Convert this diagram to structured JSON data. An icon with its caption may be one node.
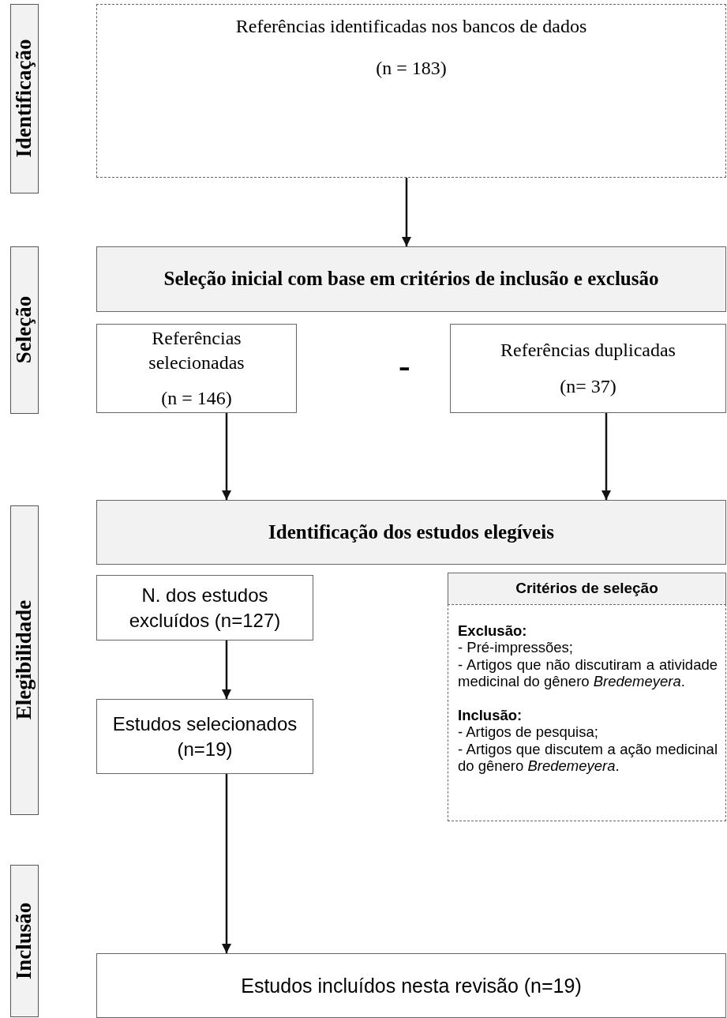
{
  "diagram": {
    "nodes": [
      {
        "text": [
          "Identificação"
        ]
      },
      {
        "text": [
          "Seleção"
        ]
      },
      {
        "text": [
          "Elegibilidade"
        ]
      },
      {
        "text": [
          "Inclusão"
        ]
      },
      {
        "text": [
          "Referências identificadas nos bancos de dados",
          "(n = 183)"
        ]
      },
      {
        "text": [
          "Seleção inicial com base em critérios de inclusão e exclusão"
        ]
      },
      {
        "text": [
          "Referências selecionadas",
          "(n = 146)"
        ]
      },
      {
        "text": [
          "Referências duplicadas",
          "(n= 37)"
        ]
      },
      {
        "text": [
          "Identificação dos estudos elegíveis"
        ]
      },
      {
        "text": [
          "N. dos estudos excluídos (n=127)"
        ]
      },
      {
        "text": [
          "Estudos selecionados (n=19)"
        ]
      },
      {
        "text": [
          "Critérios de seleção"
        ]
      },
      {
        "text": [
          "Exclusão:",
          "- Pré-impressões;",
          "- Artigos que não discutiram a atividade medicinal do gênero *Bredemeyera*.",
          "Inclusão:",
          "- Artigos de pesquisa;",
          "- Artigos que discutem a ação medicinal do gênero *Bredemeyera*."
        ]
      },
      {
        "text": [
          "Estudos incluídos nesta revisão (n=19)"
        ]
      }
    ],
    "edges": [
      {
        "from": 4,
        "to": 5,
        "arrow": "to"
      },
      {
        "from": 6,
        "to": 8,
        "arrow": "to"
      },
      {
        "from": 7,
        "to": 8,
        "arrow": "to"
      },
      {
        "from": 9,
        "to": 10,
        "arrow": "to"
      },
      {
        "from": 10,
        "to": 13,
        "arrow": "to"
      }
    ],
    "labels": [
      "-"
    ]
  }
}
